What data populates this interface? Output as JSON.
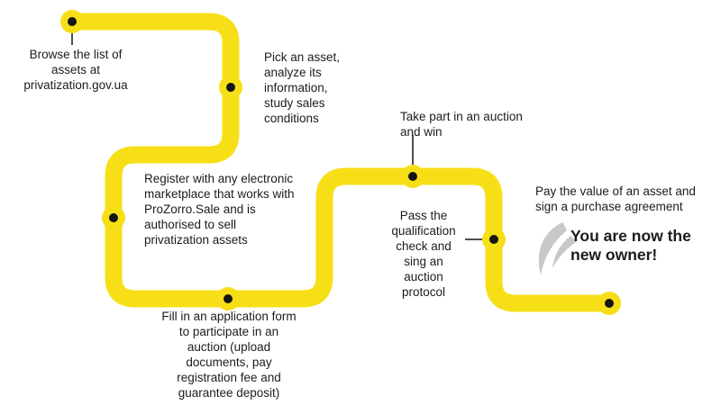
{
  "colors": {
    "path_yellow": "#F7DF17",
    "node_dot": "#151515",
    "text": "#1c1c1c",
    "swoosh_gray": "#c8c8c8",
    "background": "#ffffff"
  },
  "icons": {
    "final_owner_icon": "wing-swoosh-icon"
  },
  "steps": [
    {
      "id": 1,
      "label": "Browse the list of\nassets at\nprivatization.gov.ua"
    },
    {
      "id": 2,
      "label": "Pick an asset,\nanalyze its\ninformation,\nstudy sales\nconditions"
    },
    {
      "id": 3,
      "label": "Register with any electronic\nmarketplace that works with\nProZorro.Sale and is\nauthorised to sell\nprivatization assets"
    },
    {
      "id": 4,
      "label": "Fill in an application form\nto participate in an\nauction (upload\ndocuments, pay\nregistration fee and\nguarantee deposit)"
    },
    {
      "id": 5,
      "label": "Take part in an auction\nand win"
    },
    {
      "id": 6,
      "label": "Pass the\nqualification\ncheck and\nsing an\nauction\nprotocol"
    },
    {
      "id": 7,
      "label": "Pay the value of an asset and\nsign a purchase agreement"
    }
  ],
  "final_message": "You are now the\nnew owner!"
}
